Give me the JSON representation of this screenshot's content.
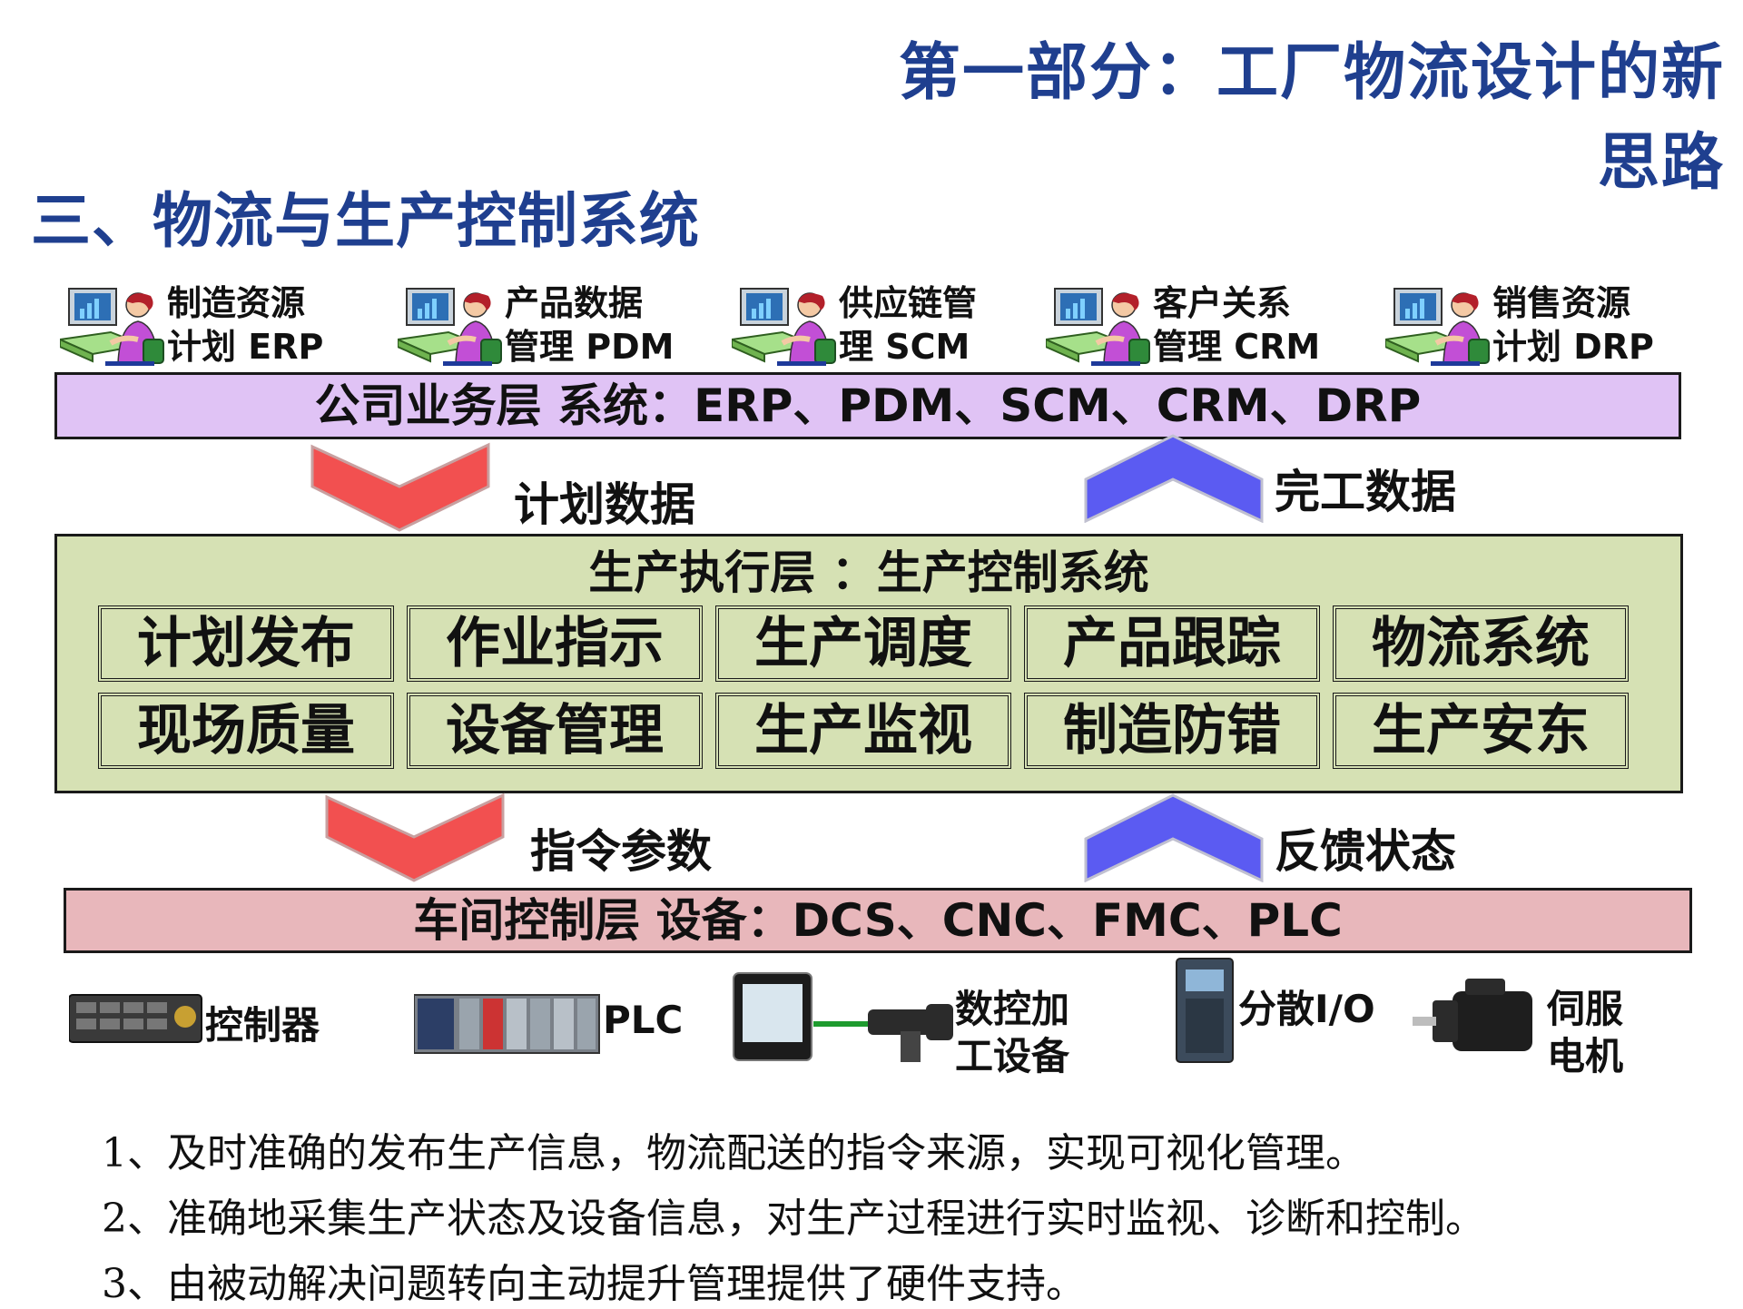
{
  "part_title": "第一部分：工厂物流设计的新思路",
  "section_title": "三、物流与生产控制系统",
  "systems": [
    {
      "line1": "制造资源",
      "line2": "计划 ERP"
    },
    {
      "line1": "产品数据",
      "line2": "管理 PDM"
    },
    {
      "line1": "供应链管",
      "line2": "理 SCM"
    },
    {
      "line1": "客户关系",
      "line2": "管理 CRM"
    },
    {
      "line1": "销售资源",
      "line2": "计划 DRP"
    }
  ],
  "company_layer": "公司业务层 系统：ERP、PDM、SCM、CRM、DRP",
  "flow_labels": {
    "plan_data": "计划数据",
    "completion_data": "完工数据",
    "command_params": "指令参数",
    "feedback_status": "反馈状态"
  },
  "mes": {
    "title": "生产执行层 ：生产控制系统",
    "modules_row1": [
      "计划发布",
      "作业指示",
      "生产调度",
      "产品跟踪",
      "物流系统"
    ],
    "modules_row2": [
      "现场质量",
      "设备管理",
      "生产监视",
      "制造防错",
      "生产安东"
    ]
  },
  "shop_layer": "车间控制层 设备：DCS、CNC、FMC、PLC",
  "devices": {
    "controller": "控制器",
    "plc": "PLC",
    "cnc_line1": "数控加",
    "cnc_line2": "工设备",
    "io": "分散I/O",
    "servo_line1": "伺服",
    "servo_line2": "电机"
  },
  "notes": [
    "1、及时准确的发布生产信息，物流配送的指令来源，实现可视化管理。",
    "2、准确地采集生产状态及设备信息，对生产过程进行实时监视、诊断和控制。",
    "3、由被动解决问题转向主动提升管理提供了硬件支持。"
  ],
  "colors": {
    "title_blue": "#1f3f8f",
    "company_bar": "#e0c3f5",
    "mes_bg": "#d6e1b4",
    "shop_bar": "#e8b7bb",
    "arrow_down": "#f25050",
    "arrow_up": "#5b5bf2"
  }
}
